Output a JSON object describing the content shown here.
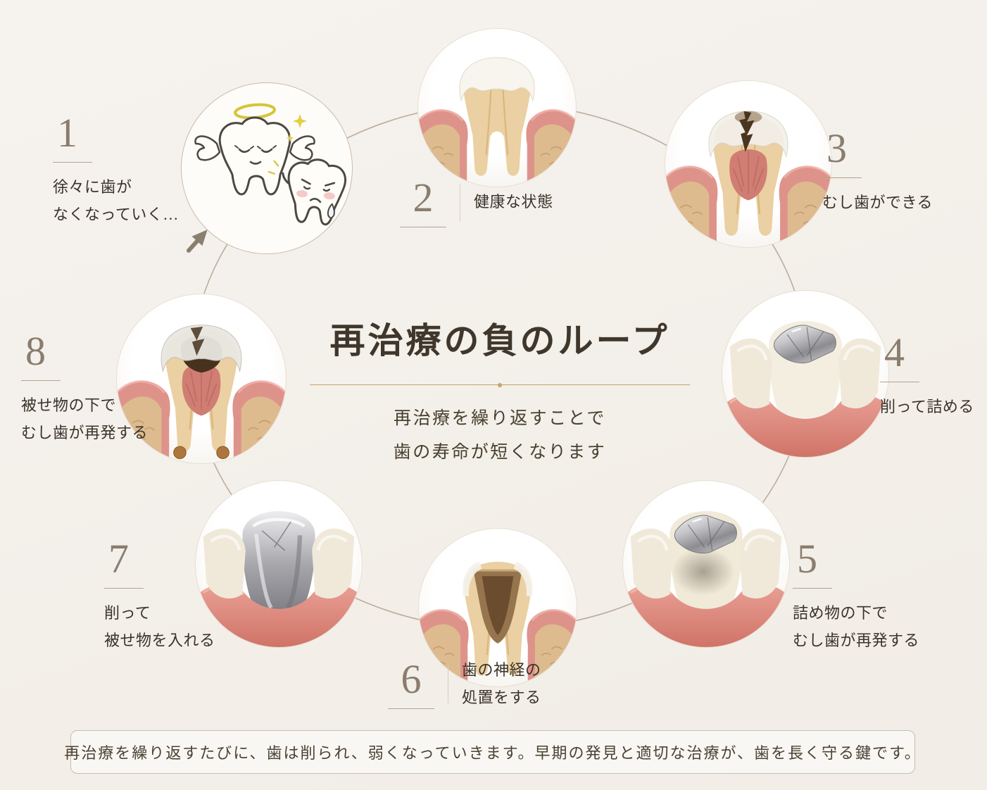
{
  "title": {
    "main": "再治療の負のループ",
    "subtitle_line1": "再治療を繰り返すことで",
    "subtitle_line2": "歯の寿命が短くなります"
  },
  "steps": [
    {
      "number": "1",
      "lines": [
        "徐々に歯が",
        "なくなっていく…"
      ],
      "image": "angel-tooth-and-crying-tooth-cartoon"
    },
    {
      "number": "2",
      "lines": [
        "健康な状態"
      ],
      "image": "healthy-tooth-cross-section"
    },
    {
      "number": "3",
      "lines": [
        "むし歯ができる"
      ],
      "image": "tooth-with-cavity-cross-section"
    },
    {
      "number": "4",
      "lines": [
        "削って詰める"
      ],
      "image": "tooth-with-silver-filling"
    },
    {
      "number": "5",
      "lines": [
        "詰め物の下で",
        "むし歯が再発する"
      ],
      "image": "decay-under-filling-tooth"
    },
    {
      "number": "6",
      "lines": [
        "歯の神経の",
        "処置をする"
      ],
      "image": "root-canal-treated-tooth-cross-section"
    },
    {
      "number": "7",
      "lines": [
        "削って",
        "被せ物を入れる"
      ],
      "image": "tooth-with-silver-crown"
    },
    {
      "number": "8",
      "lines": [
        "被せ物の下で",
        "むし歯が再発する"
      ],
      "image": "decay-under-crown-cross-section"
    }
  ],
  "footer": {
    "note": "再治療を繰り返すたびに、歯は削られ、弱くなっていきます。早期の発見と適切な治療が、歯を長く守る鍵です。"
  },
  "colors": {
    "background": "#f4f1ec",
    "title_text": "#40372c",
    "number_text": "#8a7d6e",
    "label_text": "#3a332a",
    "ring_line": "#bcad9c",
    "gold_divider": "#c6a468",
    "note_border": "#cbbda9",
    "note_background": "#f9f7f3",
    "gum_pink": "#de938a",
    "bone_tan": "#ddbb8f",
    "dentin_yellow": "#ead0a2",
    "enamel_white": "#f8f5ef",
    "metal_silver": "#b9b9bd",
    "decay_brown": "#4a3520",
    "halo_yellow": "#d5c636"
  }
}
